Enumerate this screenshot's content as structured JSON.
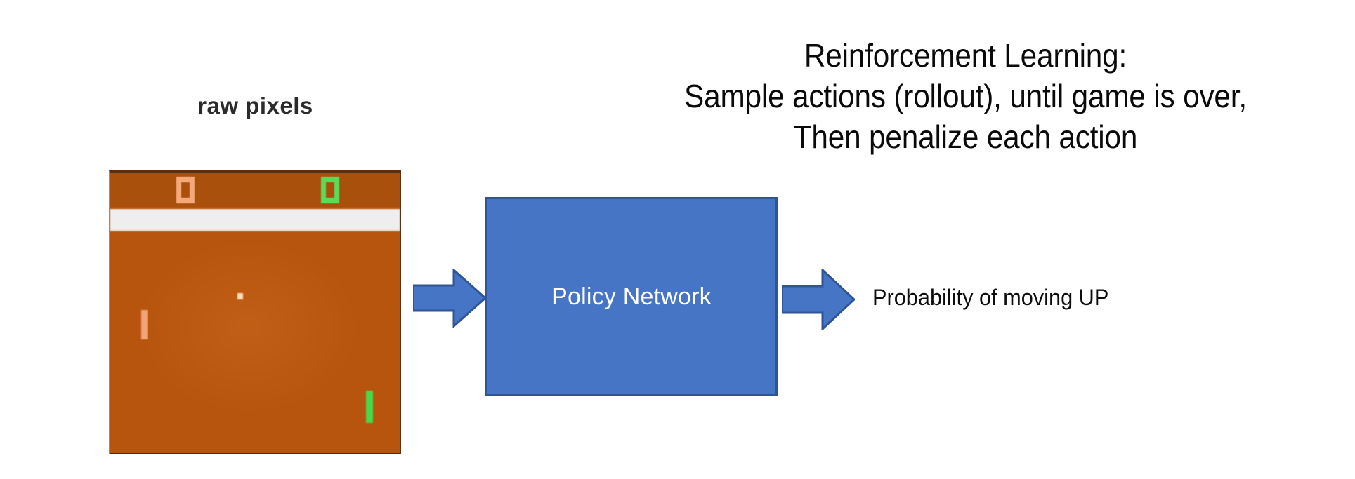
{
  "headline": {
    "lines": [
      "Reinforcement Learning:",
      "Sample actions (rollout), until game is over,",
      "Then penalize each action"
    ]
  },
  "input": {
    "caption": "raw pixels",
    "game": {
      "name": "pong-game-frame",
      "background_color": "#b5540f",
      "score_strip_color": "#a8500f",
      "center_bar_color": "#efedee",
      "left_score": "0",
      "right_score": "0",
      "left_score_color": "#f4a97c",
      "right_score_color": "#5ddb5b",
      "ball_color": "#fbe0c3",
      "left_paddle_color": "#f0a477",
      "right_paddle_color": "#46d94a"
    }
  },
  "pipeline": {
    "arrow_fill": "#4575c4",
    "arrow_stroke": "#2f5597",
    "arrow_in_name": "arrow-right",
    "arrow_out_name": "arrow-right",
    "policy_network": {
      "label": "Policy Network",
      "fill_color": "#4575c4",
      "border_color": "#2f5597",
      "text_color": "#ffffff"
    },
    "output_label": "Probability of moving UP"
  }
}
